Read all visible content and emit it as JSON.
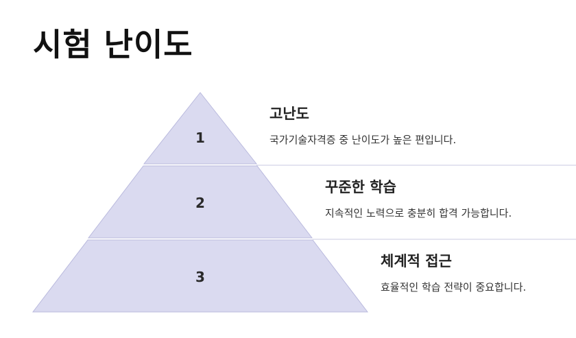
{
  "title": "시험 난이도",
  "tiers": [
    {
      "number": "1",
      "heading": "고난도",
      "description": "국가기술자격증 중 난이도가 높은 편입니다."
    },
    {
      "number": "2",
      "heading": "꾸준한 학습",
      "description": "지속적인 노력으로 충분히 합격 가능합니다."
    },
    {
      "number": "3",
      "heading": "체계적 접근",
      "description": "효율적인 학습 전략이 중요합니다."
    }
  ],
  "colors": {
    "tier_fill": "#dadaf0",
    "tier_stroke": "#b9b9dd",
    "divider": "#d4d4e8",
    "title": "#111111"
  }
}
